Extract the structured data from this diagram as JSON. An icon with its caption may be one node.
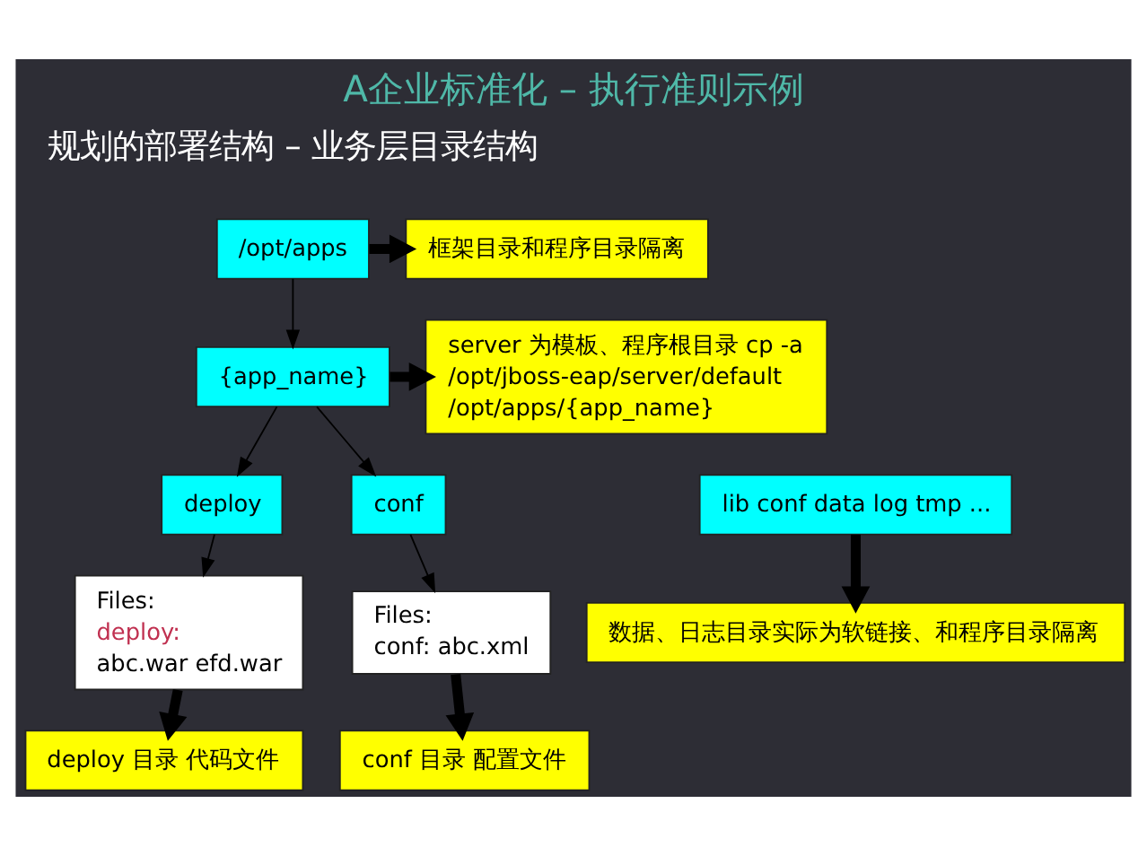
{
  "diagram": {
    "title": "A企业标准化 – 执行准则示例",
    "nodes": [
      {
        "text": [
          "/opt/apps"
        ]
      },
      {
        "text": [
          "框架目录和程序目录隔离"
        ]
      },
      {
        "text": [
          "{app_name}"
        ]
      },
      {
        "text": [
          "server 为模板、程序根目录 cp -a /opt/jboss-eap/server/default /opt/apps/{app_name}"
        ]
      },
      {
        "text": [
          "deploy"
        ]
      },
      {
        "text": [
          "conf"
        ]
      },
      {
        "text": [
          "lib conf data log tmp ..."
        ]
      },
      {
        "text": [
          "Files:",
          "deploy:",
          "abc.war efd.war"
        ]
      },
      {
        "text": [
          "deploy 目录 代码文件"
        ]
      },
      {
        "text": [
          "Files:",
          "conf: abc.xml"
        ]
      },
      {
        "text": [
          "conf 目录 配置文件"
        ]
      },
      {
        "text": [
          "数据、日志目录实际为软链接、和程序目录隔离"
        ]
      }
    ],
    "edges": [
      {
        "from": 0,
        "to": 1,
        "arrow": "to",
        "style": "thick"
      },
      {
        "from": 0,
        "to": 2,
        "arrow": "to"
      },
      {
        "from": 2,
        "to": 3,
        "arrow": "to",
        "style": "thick"
      },
      {
        "from": 2,
        "to": 4,
        "arrow": "to"
      },
      {
        "from": 2,
        "to": 5,
        "arrow": "to"
      },
      {
        "from": 4,
        "to": 7,
        "arrow": "to"
      },
      {
        "from": 5,
        "to": 9,
        "arrow": "to"
      },
      {
        "from": 7,
        "to": 8,
        "arrow": "to",
        "style": "thick"
      },
      {
        "from": 9,
        "to": 10,
        "arrow": "to",
        "style": "thick"
      },
      {
        "from": 6,
        "to": 11,
        "arrow": "to",
        "style": "thick"
      }
    ],
    "labels": [
      "规划的部署结构 – 业务层目录结构"
    ]
  }
}
